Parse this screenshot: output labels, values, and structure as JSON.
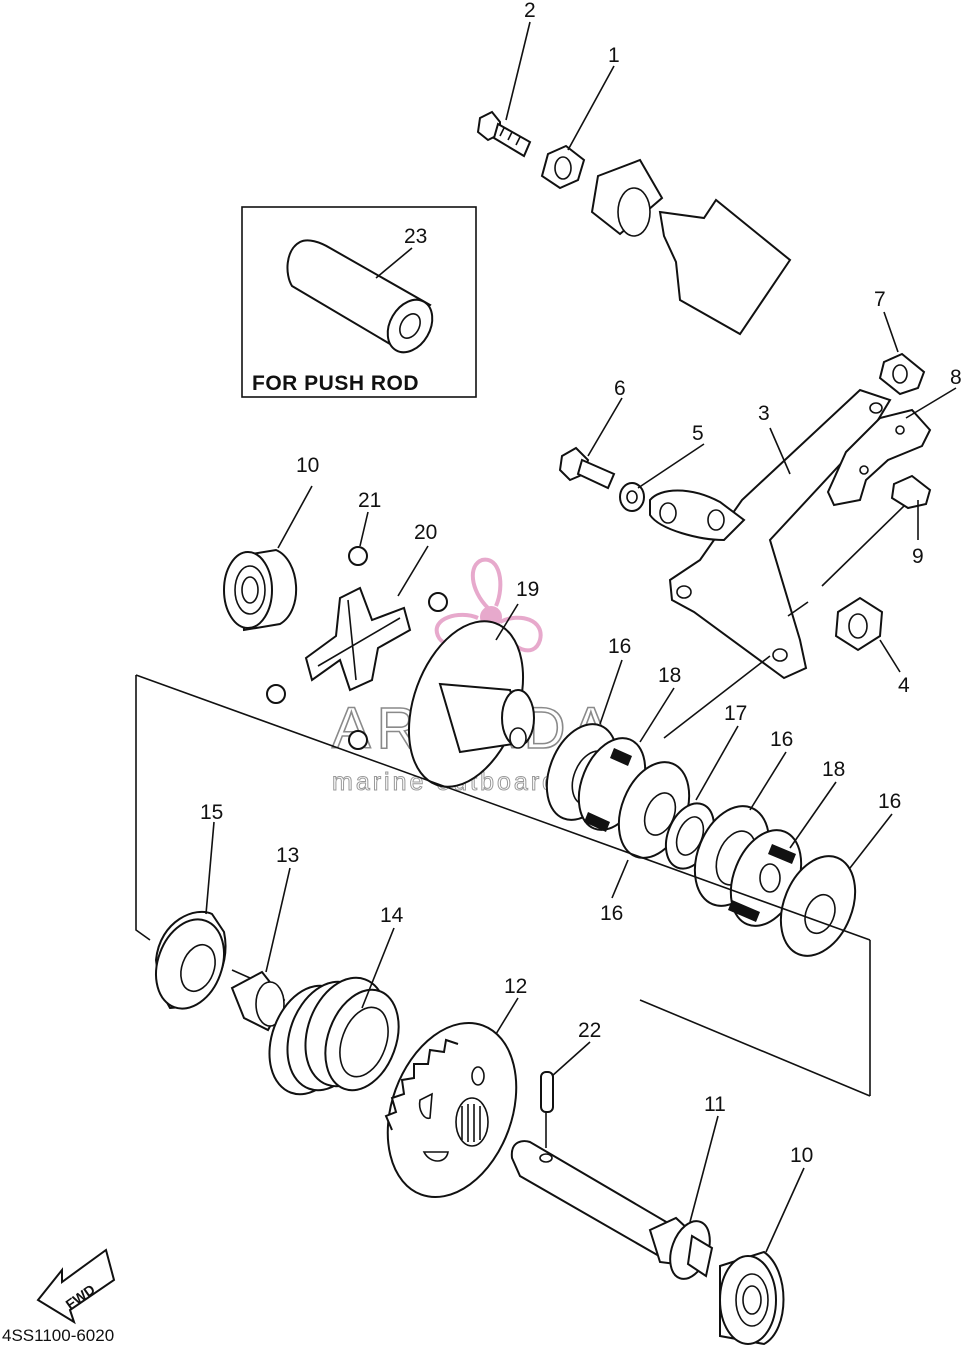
{
  "diagram": {
    "box_caption": "FOR PUSH ROD",
    "diagram_code": "4SS1100-6020",
    "fwd_label": "FWD",
    "watermark": {
      "brand": "ARMADA",
      "tagline": "marine outboards",
      "color": "#e7a9cc"
    },
    "callouts": [
      {
        "id": "c2",
        "label": "2"
      },
      {
        "id": "c1",
        "label": "1"
      },
      {
        "id": "c23",
        "label": "23"
      },
      {
        "id": "c7",
        "label": "7"
      },
      {
        "id": "c8",
        "label": "8"
      },
      {
        "id": "c6",
        "label": "6"
      },
      {
        "id": "c3",
        "label": "3"
      },
      {
        "id": "c5",
        "label": "5"
      },
      {
        "id": "c9",
        "label": "9"
      },
      {
        "id": "c10a",
        "label": "10"
      },
      {
        "id": "c21",
        "label": "21"
      },
      {
        "id": "c20",
        "label": "20"
      },
      {
        "id": "c19",
        "label": "19"
      },
      {
        "id": "c4",
        "label": "4"
      },
      {
        "id": "c16a",
        "label": "16"
      },
      {
        "id": "c18a",
        "label": "18"
      },
      {
        "id": "c17",
        "label": "17"
      },
      {
        "id": "c16b",
        "label": "16"
      },
      {
        "id": "c18b",
        "label": "18"
      },
      {
        "id": "c16c",
        "label": "16"
      },
      {
        "id": "c16d",
        "label": "16"
      },
      {
        "id": "c15",
        "label": "15"
      },
      {
        "id": "c13",
        "label": "13"
      },
      {
        "id": "c14",
        "label": "14"
      },
      {
        "id": "c12",
        "label": "12"
      },
      {
        "id": "c22",
        "label": "22"
      },
      {
        "id": "c11",
        "label": "11"
      },
      {
        "id": "c10b",
        "label": "10"
      }
    ]
  }
}
